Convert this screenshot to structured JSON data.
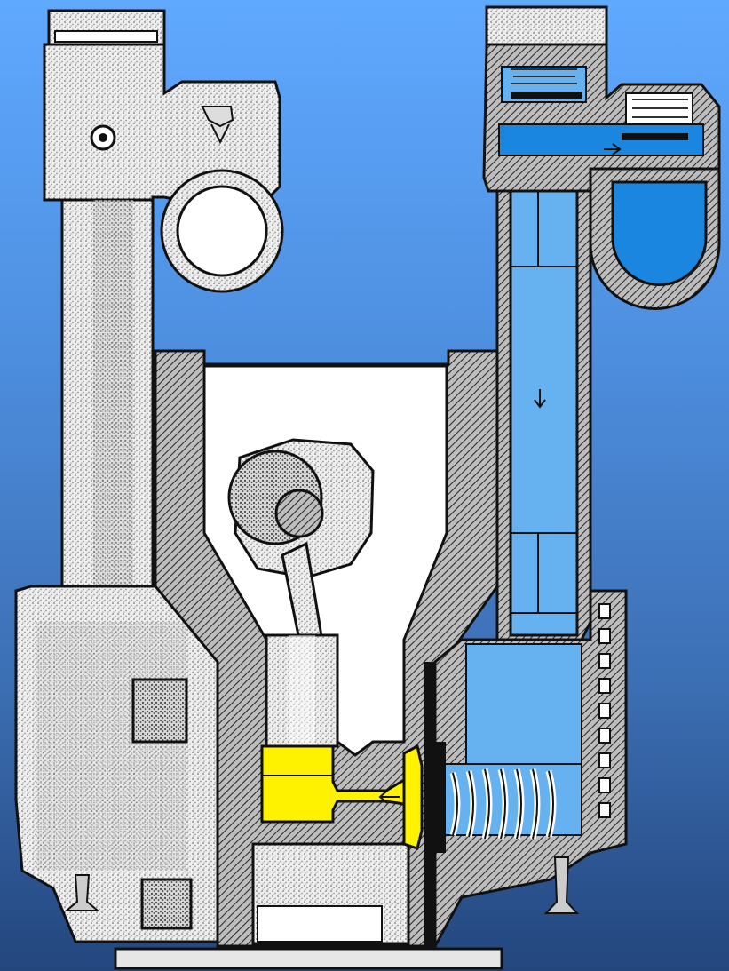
{
  "colors": {
    "background_top": "#5fa9ff",
    "background_bottom": "#23467d",
    "fluid_blue_light": "#66b2f0",
    "fluid_blue_dark": "#1a86e0",
    "yellow_piston": "#fff200",
    "stipple_gray": "#e8e8e8",
    "hatch": "#222222"
  },
  "diagram": {
    "type": "cutaway illustration",
    "parts": [
      "left-column-with-head",
      "ring-bracket",
      "central-crankcase",
      "crank-and-connecting-rod",
      "plunger",
      "yellow-piston",
      "diaphragm",
      "bellows-spring",
      "right-fluid-column",
      "right-head-with-check-valve",
      "suction-bulb",
      "base-plate",
      "mounting-bolts"
    ]
  }
}
